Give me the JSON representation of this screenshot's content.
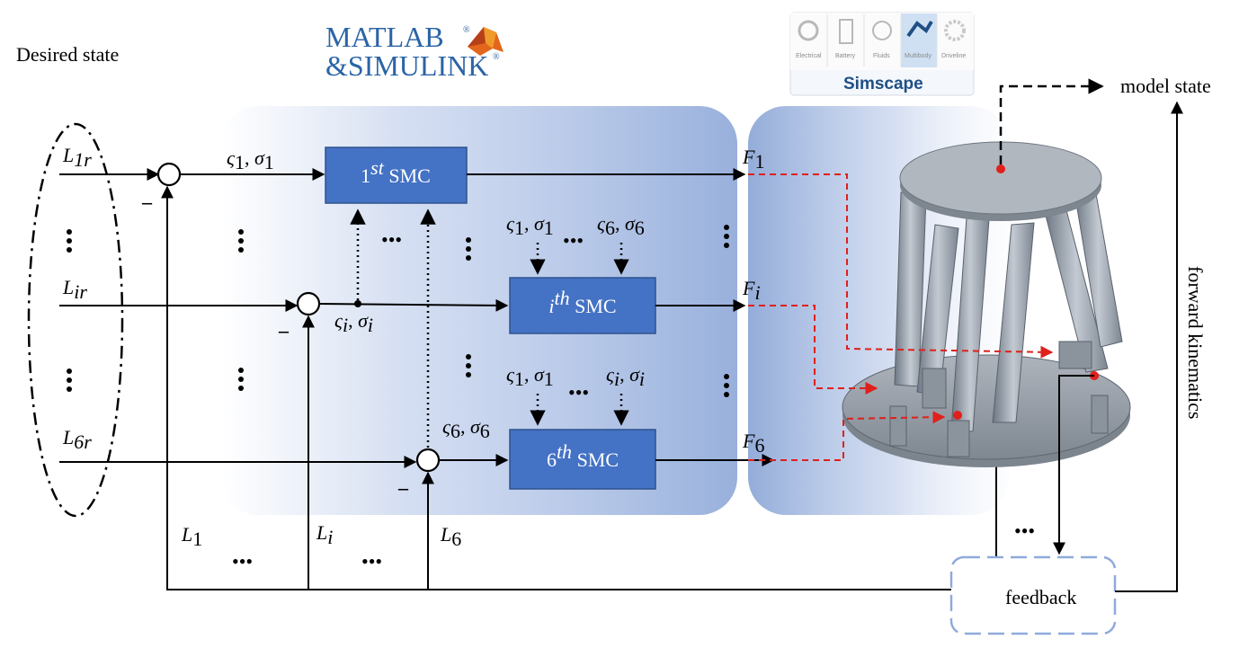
{
  "labels": {
    "desired_state": "Desired state",
    "model_state": "model state",
    "forward_kinematics": "forward kinematics",
    "feedback": "feedback",
    "ellipsis": "•••",
    "minus": "–"
  },
  "logos": {
    "matlab_line1": "MATLAB",
    "matlab_line2": "&SIMULINK",
    "reg": "®",
    "simscape_title": "Simscape",
    "simscape_tabs": [
      "Electrical",
      "Battery",
      "Fluids",
      "Multibody",
      "Driveline"
    ]
  },
  "inputs": {
    "L1r": {
      "sym": "L",
      "sub": "1r"
    },
    "Lir": {
      "sym": "L",
      "sub": "ir"
    },
    "L6r": {
      "sym": "L",
      "sub": "6r"
    }
  },
  "measured": {
    "L1": {
      "sym": "L",
      "sub": "1"
    },
    "Li": {
      "sym": "L",
      "sub": "i"
    },
    "L6": {
      "sym": "L",
      "sub": "6"
    }
  },
  "signals": {
    "s1": {
      "zeta": "ς",
      "zsub": "1",
      "sep": ", ",
      "sigma": "σ",
      "ssub": "1"
    },
    "si": {
      "zeta": "ς",
      "zsub": "i",
      "sep": ", ",
      "sigma": "σ",
      "ssub": "i"
    },
    "s6": {
      "zeta": "ς",
      "zsub": "6",
      "sep": ", ",
      "sigma": "σ",
      "ssub": "6"
    }
  },
  "controllers": {
    "smc1": {
      "base": "1",
      "sup": "st",
      "name": " SMC"
    },
    "smci": {
      "base": "i",
      "sup": "th",
      "name": " SMC"
    },
    "smc6": {
      "base": "6",
      "sup": "th",
      "name": " SMC"
    }
  },
  "forces": {
    "F1": {
      "sym": "F",
      "sub": "1"
    },
    "Fi": {
      "sym": "F",
      "sub": "i"
    },
    "F6": {
      "sym": "F",
      "sub": "6"
    }
  },
  "colors": {
    "smc_fill": "#4472c4",
    "panel_blue": "#8ea6d6",
    "red_dashed": "#e0201b",
    "feedback_border": "#8faadc",
    "matlab_blue": "#2a64a6"
  }
}
